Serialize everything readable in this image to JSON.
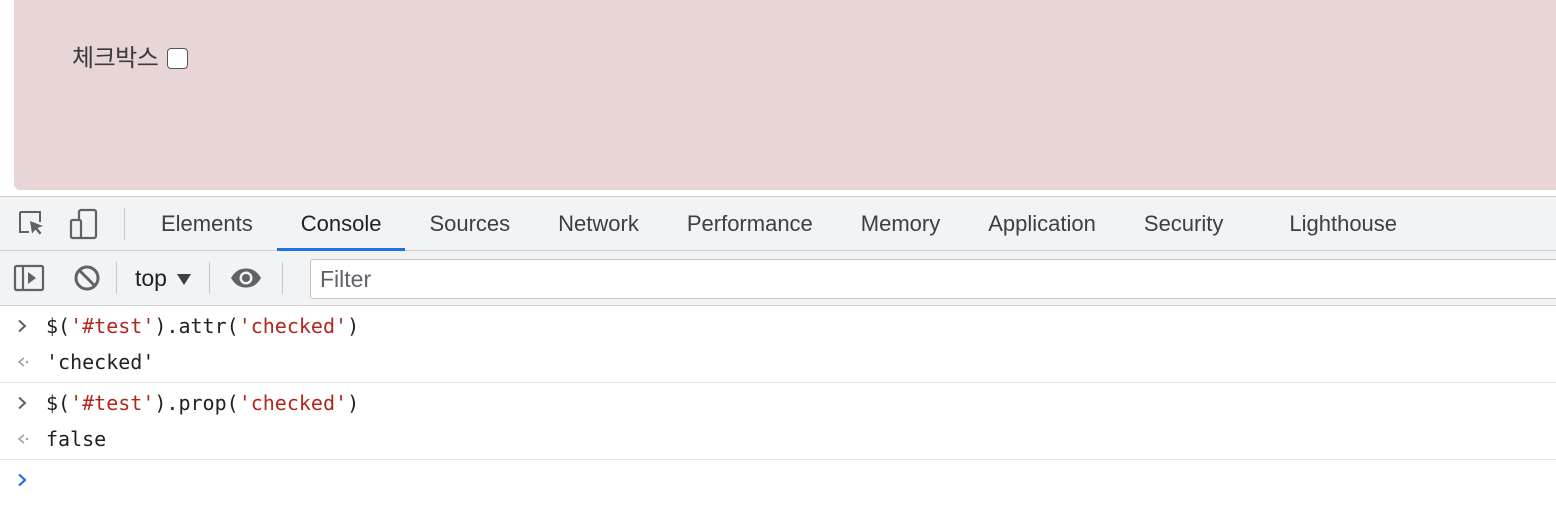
{
  "page": {
    "checkbox_label": "체크박스",
    "checkbox_checked": false,
    "background_color": "#e8d5d5"
  },
  "devtools": {
    "tabs": [
      "Elements",
      "Console",
      "Sources",
      "Network",
      "Performance",
      "Memory",
      "Application",
      "Security",
      "Lighthouse"
    ],
    "active_tab": "Console",
    "toolbar": {
      "context": "top",
      "filter_placeholder": "Filter"
    },
    "console": {
      "entries": [
        {
          "input": {
            "prefix": "$(",
            "arg1": "'#test'",
            "middle": ").attr(",
            "arg2": "'checked'",
            "suffix": ")"
          },
          "result": "'checked'"
        },
        {
          "input": {
            "prefix": "$(",
            "arg1": "'#test'",
            "middle": ").prop(",
            "arg2": "'checked'",
            "suffix": ")"
          },
          "result": "false"
        }
      ]
    },
    "colors": {
      "accent": "#1a73e8",
      "string": "#b3261e",
      "keyword": "#1a1aa6"
    }
  }
}
